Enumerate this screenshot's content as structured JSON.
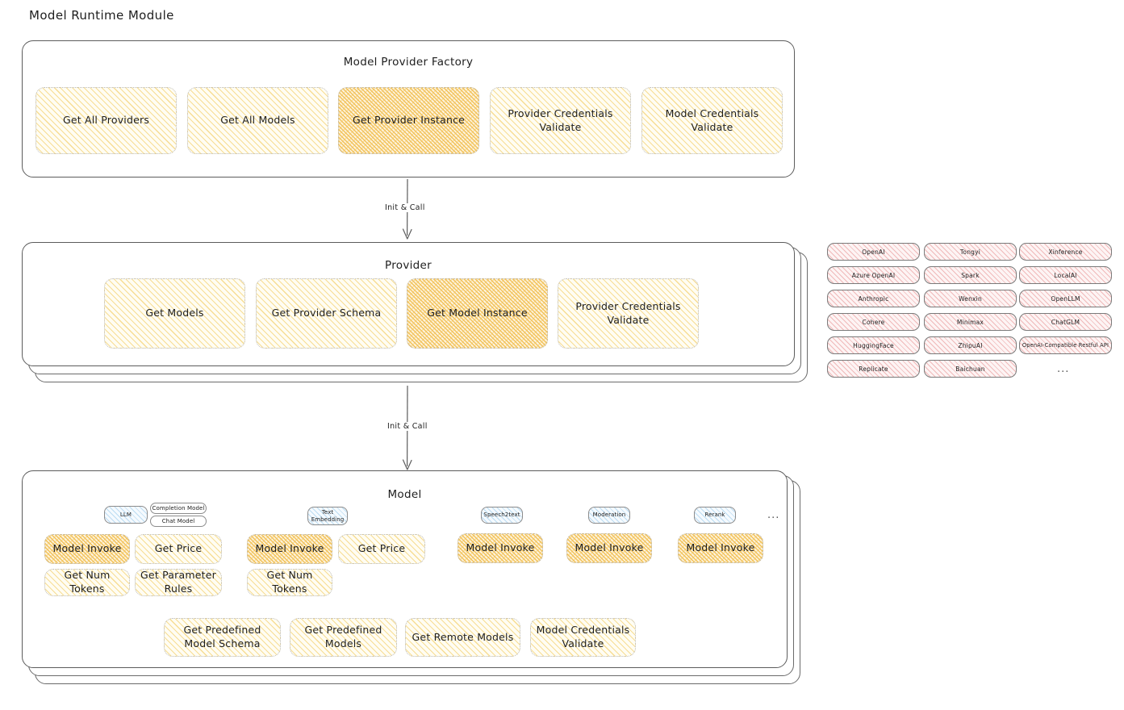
{
  "page": {
    "title": "Model Runtime Module"
  },
  "factory": {
    "title": "Model Provider Factory",
    "cards": [
      {
        "label": "Get All Providers",
        "highlight": false
      },
      {
        "label": "Get All Models",
        "highlight": false
      },
      {
        "label": "Get Provider Instance",
        "highlight": true
      },
      {
        "label": "Provider Credentials Validate",
        "highlight": false
      },
      {
        "label": "Model Credentials Validate",
        "highlight": false
      }
    ]
  },
  "arrows": [
    {
      "label": "Init & Call"
    },
    {
      "label": "Init & Call"
    }
  ],
  "provider": {
    "title": "Provider",
    "cards": [
      {
        "label": "Get Models",
        "highlight": false
      },
      {
        "label": "Get Provider Schema",
        "highlight": false
      },
      {
        "label": "Get Model Instance",
        "highlight": true
      },
      {
        "label": "Provider Credentials Validate",
        "highlight": false
      }
    ]
  },
  "provider_list": {
    "columns": [
      {
        "items": [
          "OpenAI",
          "Azure OpenAI",
          "Anthropic",
          "Cohere",
          "HuggingFace",
          "Replicate"
        ]
      },
      {
        "items": [
          "Tongyi",
          "Spark",
          "Wenxin",
          "Minimax",
          "ZhipuAI",
          "Baichuan"
        ]
      },
      {
        "items": [
          "Xinference",
          "LocalAI",
          "OpenLLM",
          "ChatGLM",
          "OpenAI-Compatible Restful API"
        ]
      }
    ],
    "more": "..."
  },
  "model": {
    "title": "Model",
    "more": "...",
    "types": [
      {
        "badge": "LLM",
        "sub_badges": [
          "Completion Model",
          "Chat Model"
        ],
        "methods": [
          "Model Invoke",
          "Get Price",
          "Get Num Tokens",
          "Get Parameter Rules"
        ]
      },
      {
        "badge": "Text Embedding",
        "sub_badges": [],
        "methods": [
          "Model Invoke",
          "Get Price",
          "Get Num Tokens"
        ]
      },
      {
        "badge": "Speech2text",
        "sub_badges": [],
        "methods": [
          "Model Invoke"
        ]
      },
      {
        "badge": "Moderation",
        "sub_badges": [],
        "methods": [
          "Model Invoke"
        ]
      },
      {
        "badge": "Rerank",
        "sub_badges": [],
        "methods": [
          "Model Invoke"
        ]
      }
    ],
    "common_methods": [
      "Get Predefined Model Schema",
      "Get Predefined Models",
      "Get Remote Models",
      "Model Credentials Validate"
    ]
  },
  "colors": {
    "highlight_fill": "#f2c35c",
    "card_fill": "#f7dd94",
    "provider_chip_fill": "#f0b9b9",
    "badge_fill": "#bcdcf2",
    "stroke": "#5c5c5c"
  }
}
